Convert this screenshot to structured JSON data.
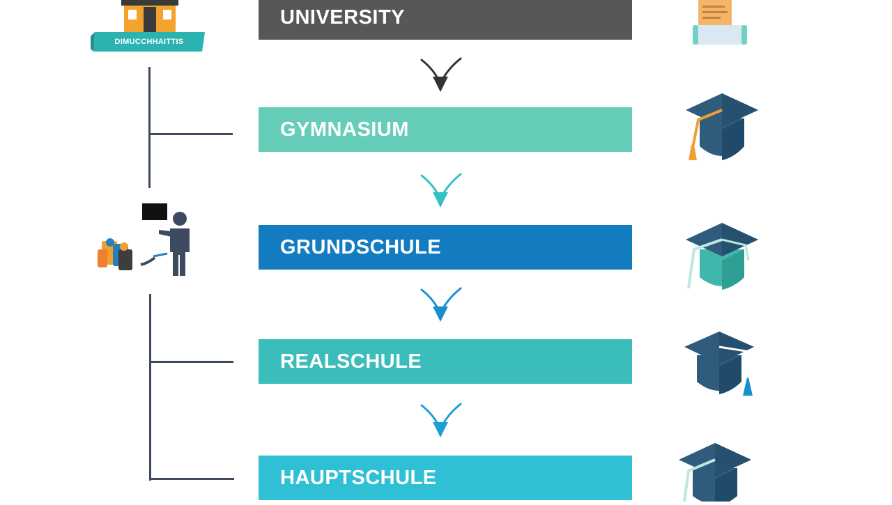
{
  "levels": [
    {
      "label": "UNIVERSITY",
      "color": "#575757"
    },
    {
      "label": "GYMNASIUM",
      "color": "#66cdb8"
    },
    {
      "label": "GRUNDSCHULE",
      "color": "#137cc1"
    },
    {
      "label": "REALSCHULE",
      "color": "#3bbdbc"
    },
    {
      "label": "HAUPTSCHULE",
      "color": "#2fc0d6"
    }
  ],
  "arrows": [
    {
      "color": "#333333",
      "icon": "chevron-down-arrow"
    },
    {
      "color": "#33c0c6",
      "icon": "chevron-down-arrow"
    },
    {
      "color": "#1a8fd0",
      "icon": "chevron-down-arrow"
    },
    {
      "color": "#1a9fd6",
      "icon": "chevron-down-arrow"
    }
  ],
  "left_icons": {
    "school": {
      "icon": "school-building-icon",
      "banner_text": "DIMUCCHHAITTIS"
    },
    "teacher": {
      "icon": "teacher-with-students-icon"
    }
  },
  "right_icons": [
    {
      "icon": "diploma-scroll-icon"
    },
    {
      "icon": "graduation-cap-icon"
    },
    {
      "icon": "graduation-cap-icon"
    },
    {
      "icon": "graduation-cap-icon"
    },
    {
      "icon": "graduation-cap-icon"
    }
  ],
  "colors": {
    "connector": "#3d4a5f",
    "cap_dark": "#2f5b7c",
    "cap_teal": "#3fb8ab",
    "tassel_orange": "#f0a030",
    "banner_teal": "#2ab3b0"
  }
}
